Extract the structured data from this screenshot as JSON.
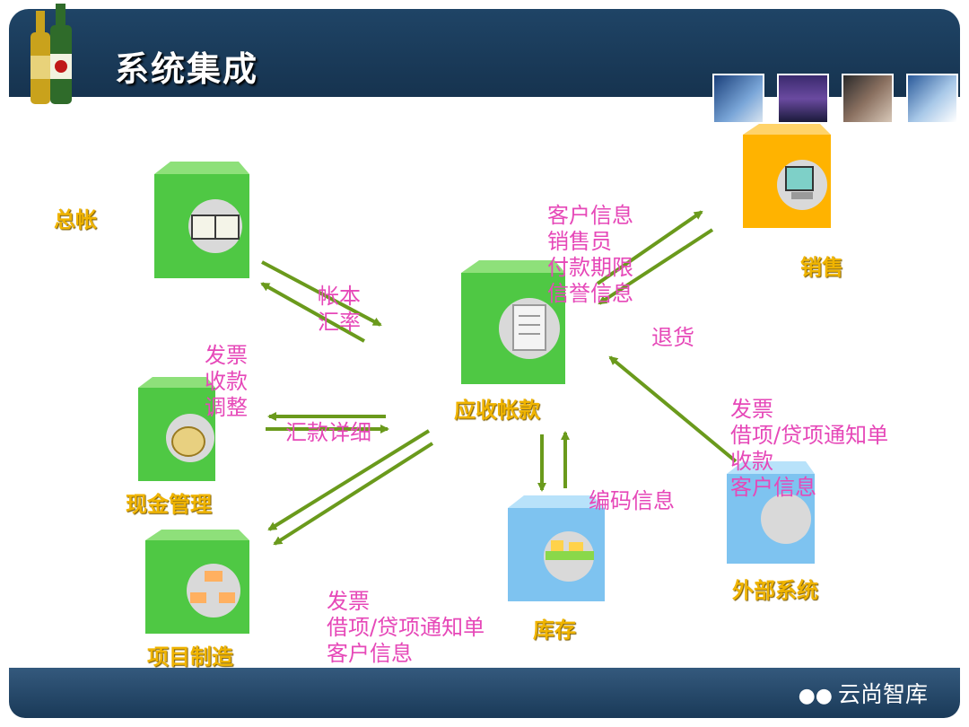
{
  "header": {
    "title": "系统集成"
  },
  "footer": {
    "brand": "云尚智库"
  },
  "nodes": {
    "general_ledger": "总帐",
    "receivables": "应收帐款",
    "sales": "销售",
    "cash": "现金管理",
    "projects": "项目制造",
    "inventory": "库存",
    "external": "外部系统"
  },
  "flows": {
    "gl_to_ar": [
      "帐本",
      "汇率"
    ],
    "ar_to_gl": [
      "发票",
      "收款",
      "调整"
    ],
    "cash_flow": [
      "汇款详细"
    ],
    "sales_to_ar": [
      "客户信息",
      "销售员",
      "付款期限",
      "信誉信息"
    ],
    "ar_to_sales": [
      "退货"
    ],
    "external_to_ar": [
      "发票",
      "借项/贷项通知单",
      "收款",
      "客户信息"
    ],
    "inventory_flow": [
      "编码信息"
    ],
    "projects_flow": [
      "发票",
      "借项/贷项通知单",
      "客户信息"
    ]
  },
  "colors": {
    "label": "#e648b8",
    "node_label": "#f0b400",
    "arrow": "#6a9a1c",
    "green_box": "#5fd64f",
    "blue_box": "#7ec3f0",
    "orange_box": "#ffb300"
  }
}
